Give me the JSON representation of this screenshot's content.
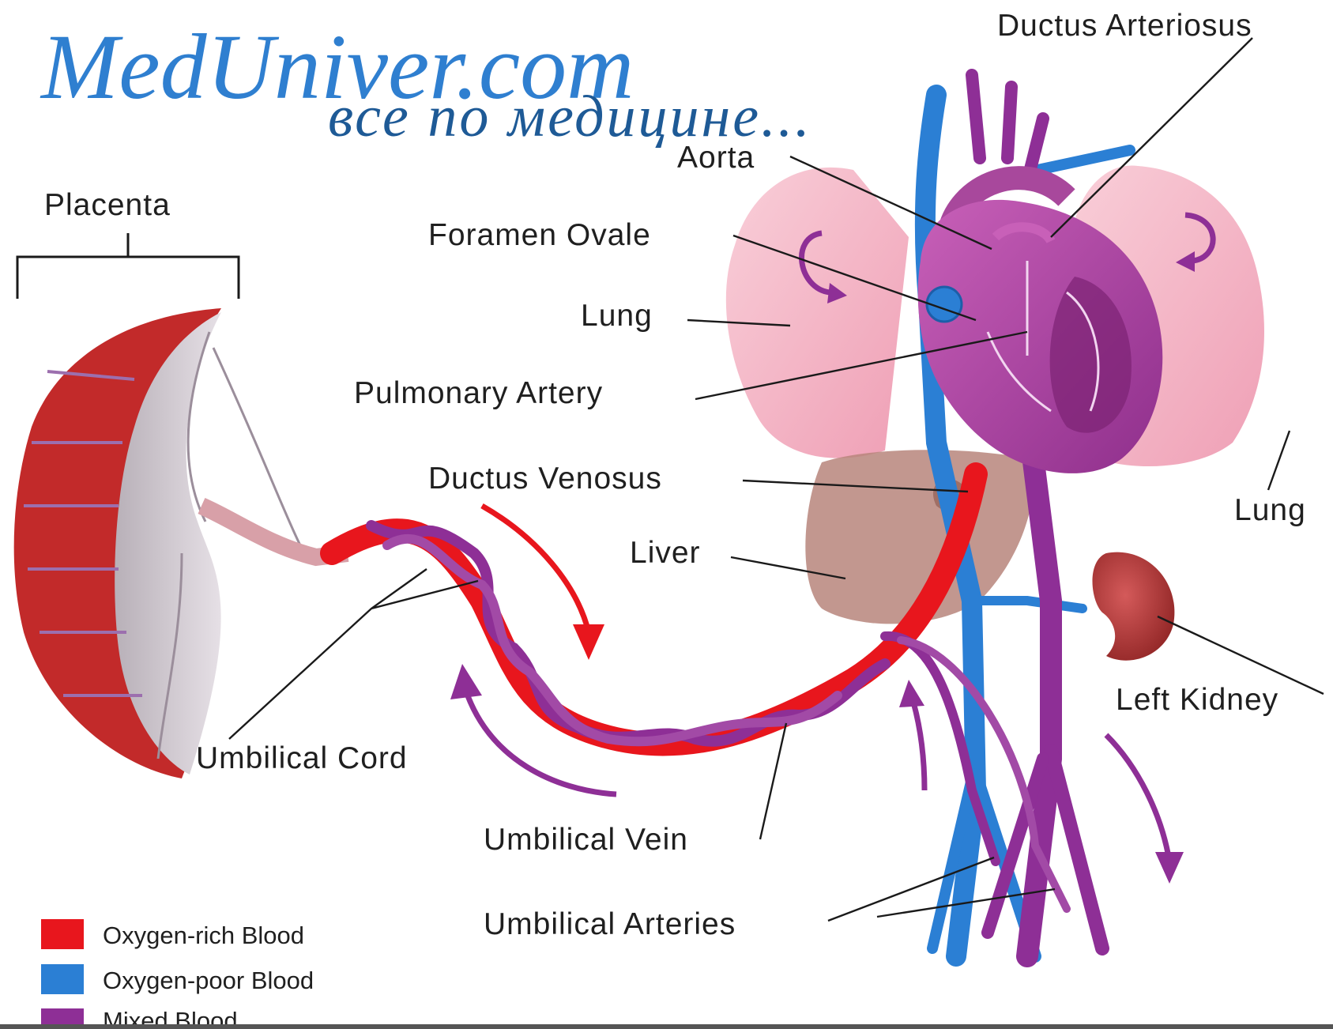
{
  "watermark": {
    "site": "MedUniver.com",
    "tagline": "все по медицине..."
  },
  "labels": {
    "ductus_arteriosus": "Ductus Arteriosus",
    "aorta": "Aorta",
    "placenta": "Placenta",
    "foramen_ovale": "Foramen Ovale",
    "lung_left": "Lung",
    "pulmonary_artery": "Pulmonary Artery",
    "ductus_venosus": "Ductus Venosus",
    "lung_right": "Lung",
    "liver": "Liver",
    "left_kidney": "Left Kidney",
    "umbilical_cord": "Umbilical Cord",
    "umbilical_vein": "Umbilical Vein",
    "umbilical_arteries": "Umbilical Arteries"
  },
  "legend": [
    {
      "label": "Oxygen-rich Blood",
      "color": "#e8161d"
    },
    {
      "label": "Oxygen-poor Blood",
      "color": "#2b7fd4"
    },
    {
      "label": "Mixed Blood",
      "color": "#8e2f96"
    }
  ],
  "colors": {
    "oxygen_rich": "#e8161d",
    "oxygen_poor": "#2b7fd4",
    "mixed": "#8e2f96",
    "lung": "#f4b8c8",
    "liver": "#b7857b",
    "heart": "#b84aa8",
    "kidney": "#b43a3a"
  }
}
